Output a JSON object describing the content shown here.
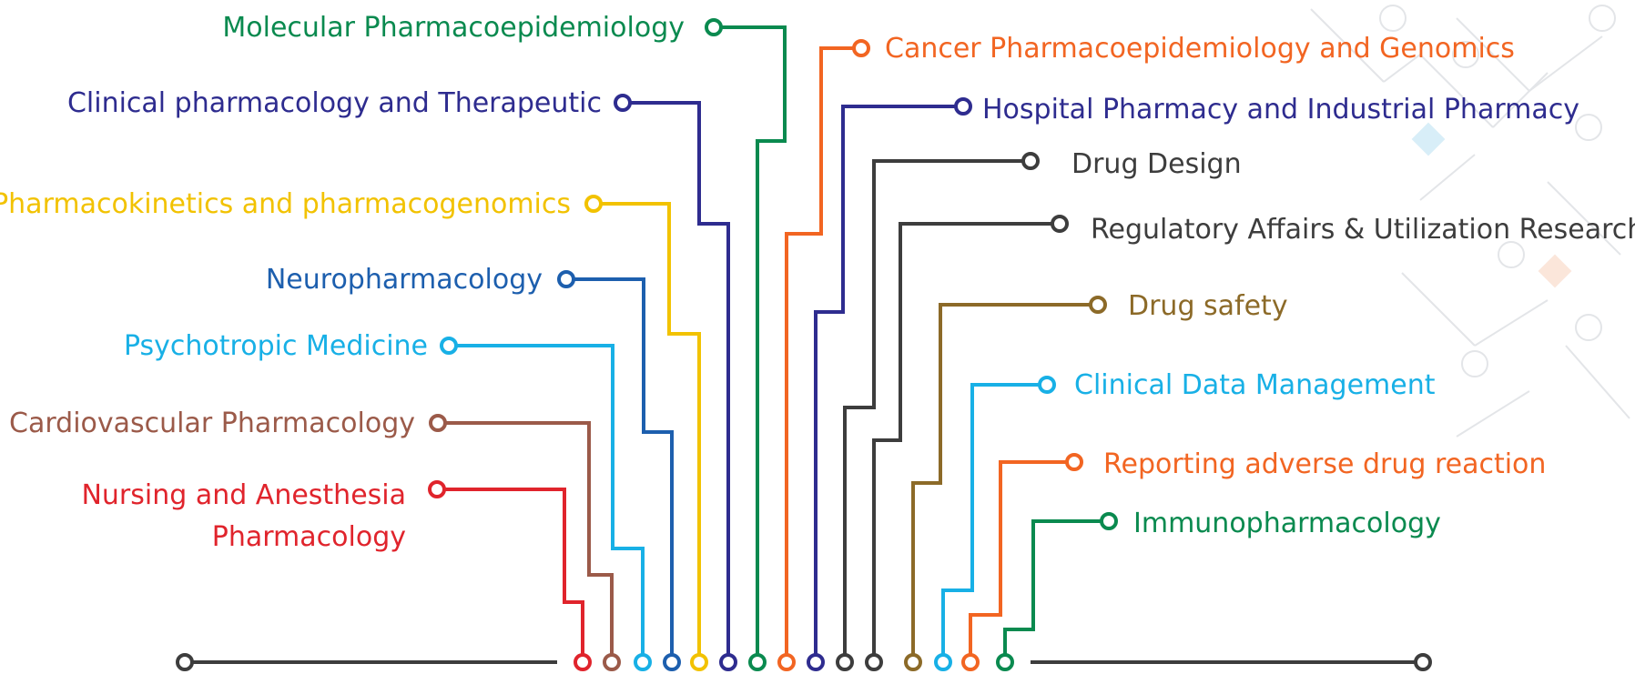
{
  "topics_left": [
    {
      "label": "Molecular Pharmacoepidemiology",
      "color": "#0a8a4f"
    },
    {
      "label": "Clinical pharmacology and Therapeutic",
      "color": "#2e2c8f"
    },
    {
      "label": "Pharmacokinetics and pharmacogenomics",
      "color": "#f2c200"
    },
    {
      "label": "Neuropharmacology",
      "color": "#1d5fae"
    },
    {
      "label": "Psychotropic Medicine",
      "color": "#18b0e6"
    },
    {
      "label": "Cardiovascular Pharmacology",
      "color": "#9b5a49"
    },
    {
      "label": "Nursing and Anesthesia",
      "label2": "Pharmacology",
      "color": "#e0242c"
    }
  ],
  "topics_right": [
    {
      "label": "Cancer Pharmacoepidemiology and Genomics",
      "color": "#f26522"
    },
    {
      "label": "Hospital Pharmacy and Industrial Pharmacy",
      "color": "#2e2c8f"
    },
    {
      "label": "Drug Design",
      "color": "#3d3d3d"
    },
    {
      "label": "Regulatory Affairs & Utilization Research",
      "color": "#3d3d3d"
    },
    {
      "label": "Drug safety",
      "color": "#8c6a28"
    },
    {
      "label": "Clinical Data Management",
      "color": "#18b0e6"
    },
    {
      "label": "Reporting adverse drug reaction",
      "color": "#f26522"
    },
    {
      "label": "Immunopharmacology",
      "color": "#0a8a4f"
    }
  ],
  "bus_color": "#3d3d3d"
}
